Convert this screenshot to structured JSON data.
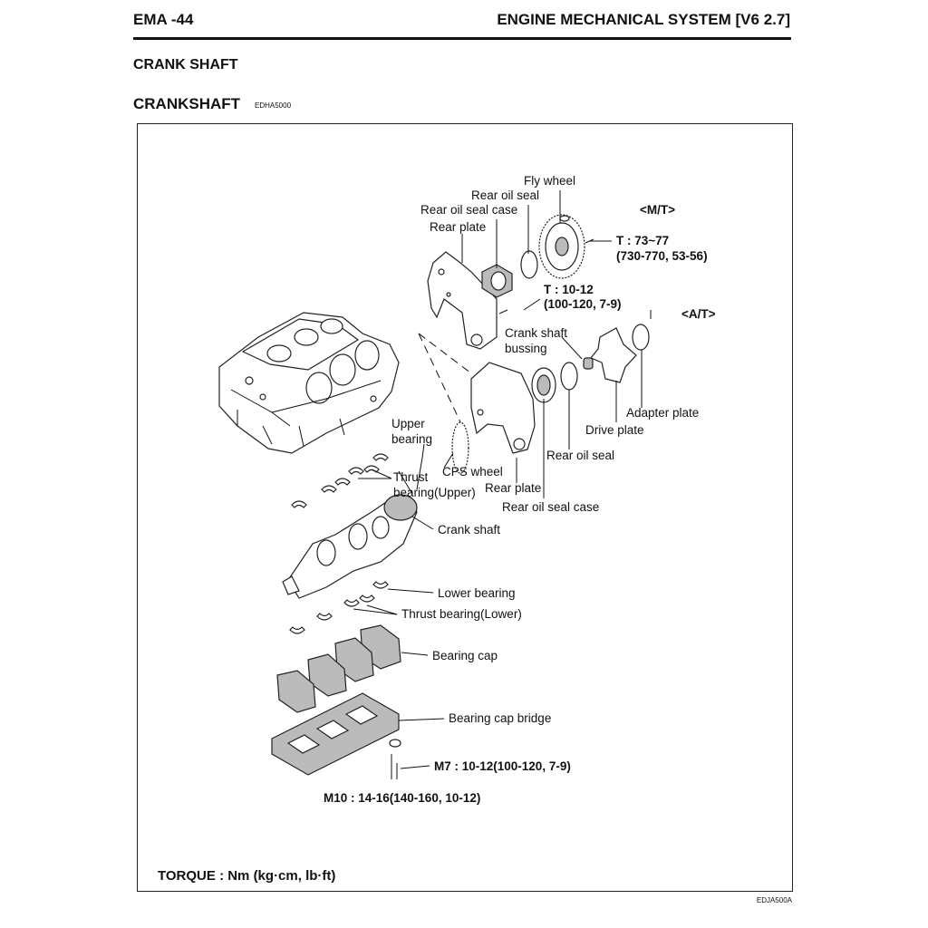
{
  "header": {
    "page_ref": "EMA -44",
    "section_title": "ENGINE MECHANICAL SYSTEM [V6 2.7]"
  },
  "section": {
    "title": "CRANK SHAFT",
    "subtitle": "CRANKSHAFT",
    "subtitle_code": "EDHA5000"
  },
  "figure": {
    "code": "EDJA500A",
    "torque_note": "TORQUE : Nm (kg·cm, lb·ft)",
    "labels": {
      "fly_wheel": "Fly wheel",
      "rear_oil_seal_top": "Rear oil seal",
      "rear_oil_seal_case_top": "Rear oil seal case",
      "rear_plate_top": "Rear plate",
      "mt": "<M/T>",
      "at": "<A/T>",
      "torque_flywheel_1": "T : 73~77",
      "torque_flywheel_2": "(730-770, 53-56)",
      "torque_rearplate_1": "T : 10-12",
      "torque_rearplate_2": "(100-120, 7-9)",
      "crank_shaft_bussing_1": "Crank shaft",
      "crank_shaft_bussing_2": "bussing",
      "adapter_plate": "Adapter plate",
      "drive_plate": "Drive plate",
      "rear_oil_seal_bottom": "Rear oil seal",
      "upper_bearing_1": "Upper",
      "upper_bearing_2": "bearing",
      "cps_wheel": "CPS wheel",
      "thrust_upper_1": "Thrust",
      "thrust_upper_2": "bearing(Upper)",
      "rear_plate_bottom": "Rear plate",
      "rear_oil_seal_case_bottom": "Rear oil seal case",
      "crank_shaft": "Crank shaft",
      "lower_bearing": "Lower bearing",
      "thrust_lower": "Thrust bearing(Lower)",
      "bearing_cap": "Bearing cap",
      "bearing_cap_bridge": "Bearing cap bridge",
      "torque_m7": "M7 : 10-12(100-120, 7-9)",
      "torque_m10": "M10 : 14-16(140-160, 10-12)"
    }
  }
}
